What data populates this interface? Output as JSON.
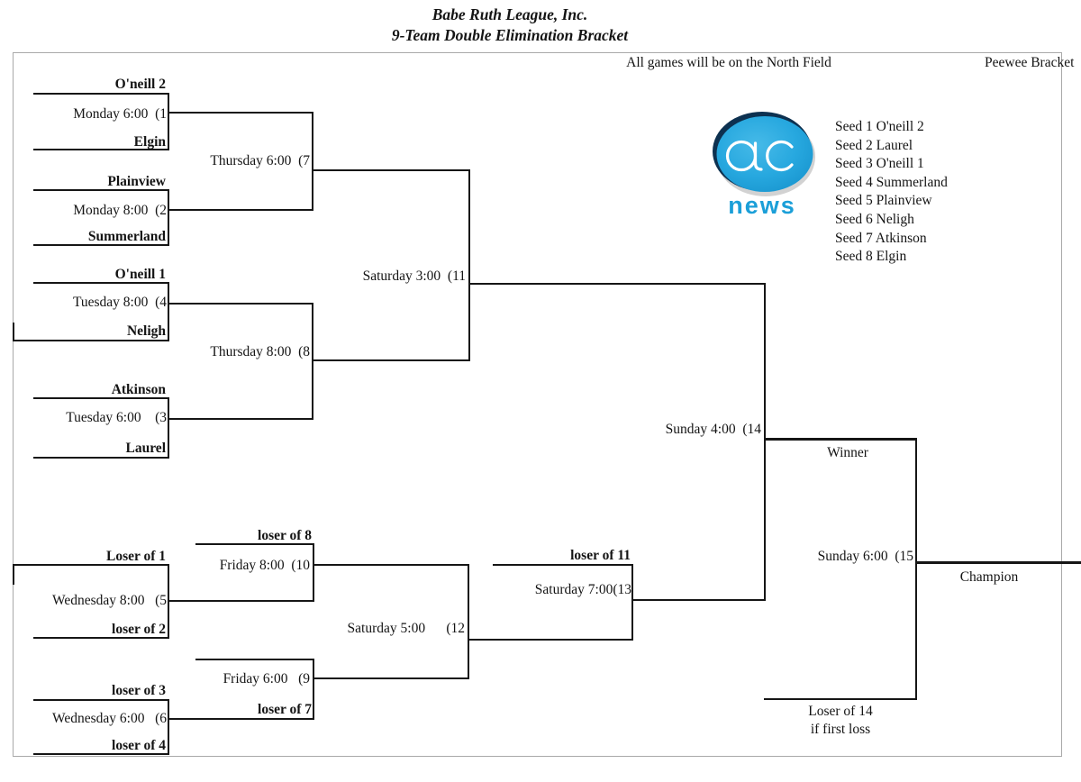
{
  "title": {
    "line1": "Babe Ruth League, Inc.",
    "line2": "9-Team Double Elimination Bracket"
  },
  "header": {
    "note": "All games will be on the North Field",
    "bracket_name": "Peewee Bracket"
  },
  "logo": {
    "letters": "ac",
    "word": "news",
    "blue": "#24a7de",
    "dark_rim": "#0d3150"
  },
  "seeds": [
    "Seed 1 O'neill 2",
    "Seed 2 Laurel",
    "Seed 3 O'neill 1",
    "Seed 4 Summerland",
    "Seed 5 Plainview",
    "Seed 6 Neligh",
    "Seed 7 Atkinson",
    "Seed 8 Elgin"
  ],
  "games": {
    "g1": {
      "top": "O'neill 2",
      "label": "Monday 6:00  (1",
      "bottom": "Elgin"
    },
    "g2": {
      "top": "Plainview",
      "label": "Monday 8:00  (2",
      "bottom": "Summerland"
    },
    "g3": {
      "top": "Atkinson",
      "label": "Tuesday 6:00    (3",
      "bottom": "Laurel"
    },
    "g4": {
      "top": "O'neill 1",
      "label": "Tuesday 8:00  (4",
      "bottom": "Neligh"
    },
    "g5": {
      "top": "Loser of 1",
      "label": "Wednesday 8:00   (5",
      "bottom": "loser of 2"
    },
    "g6": {
      "top": "loser of 3",
      "label": "Wednesday 6:00   (6",
      "bottom": "loser of 4"
    },
    "g7": {
      "label": "Thursday 6:00  (7"
    },
    "g8": {
      "label": "Thursday 8:00  (8"
    },
    "g9": {
      "label": "Friday 6:00   (9",
      "bottom": "loser of 7"
    },
    "g10": {
      "top": "loser of 8",
      "label": "Friday 8:00  (10"
    },
    "g11": {
      "label": "Saturday 3:00  (11"
    },
    "g12": {
      "label": "Saturday 5:00      (12"
    },
    "g13": {
      "top": "loser of 11",
      "label": "Saturday 7:00(13"
    },
    "g14": {
      "label": "Sunday 4:00  (14"
    },
    "g15": {
      "label": "Sunday 6:00  (15"
    }
  },
  "finals": {
    "winner_label": "Winner",
    "champion_label": "Champion",
    "loser_line1": "Loser of 14",
    "loser_line2": "if first loss"
  },
  "colors": {
    "line": "#161616",
    "border": "#a9a9a9"
  }
}
